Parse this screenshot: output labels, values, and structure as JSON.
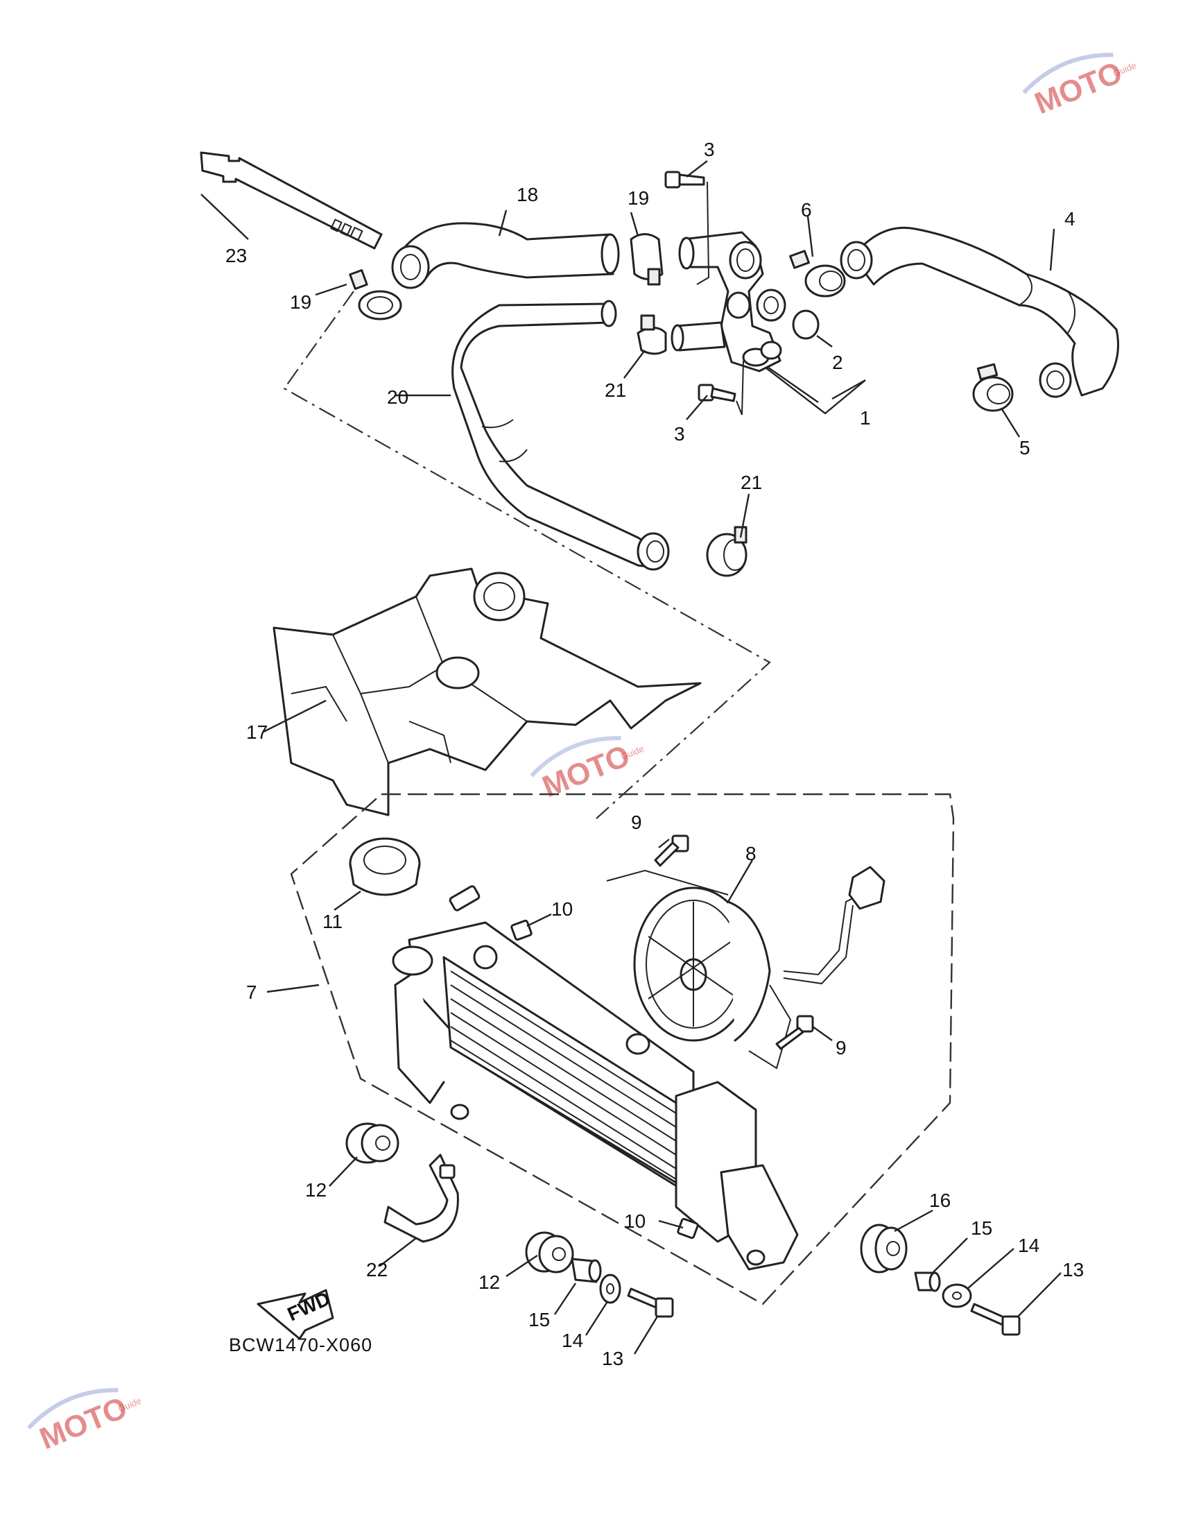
{
  "diagram": {
    "code": "BCW1470-X060",
    "fwd_label": "FWD",
    "callouts": {
      "c1": "1",
      "c2": "2",
      "c3a": "3",
      "c3b": "3",
      "c4": "4",
      "c5": "5",
      "c6": "6",
      "c7": "7",
      "c8": "8",
      "c9a": "9",
      "c9b": "9",
      "c10a": "10",
      "c10b": "10",
      "c11": "11",
      "c12a": "12",
      "c12b": "12",
      "c13a": "13",
      "c13b": "13",
      "c14a": "14",
      "c14b": "14",
      "c15a": "15",
      "c15b": "15",
      "c16": "16",
      "c17": "17",
      "c18": "18",
      "c19a": "19",
      "c19b": "19",
      "c20": "20",
      "c21a": "21",
      "c21b": "21",
      "c22": "22",
      "c23": "23"
    }
  },
  "watermark": {
    "logo_text": "MOTO",
    "sub_text": "Guide",
    "color": "#d03030"
  }
}
